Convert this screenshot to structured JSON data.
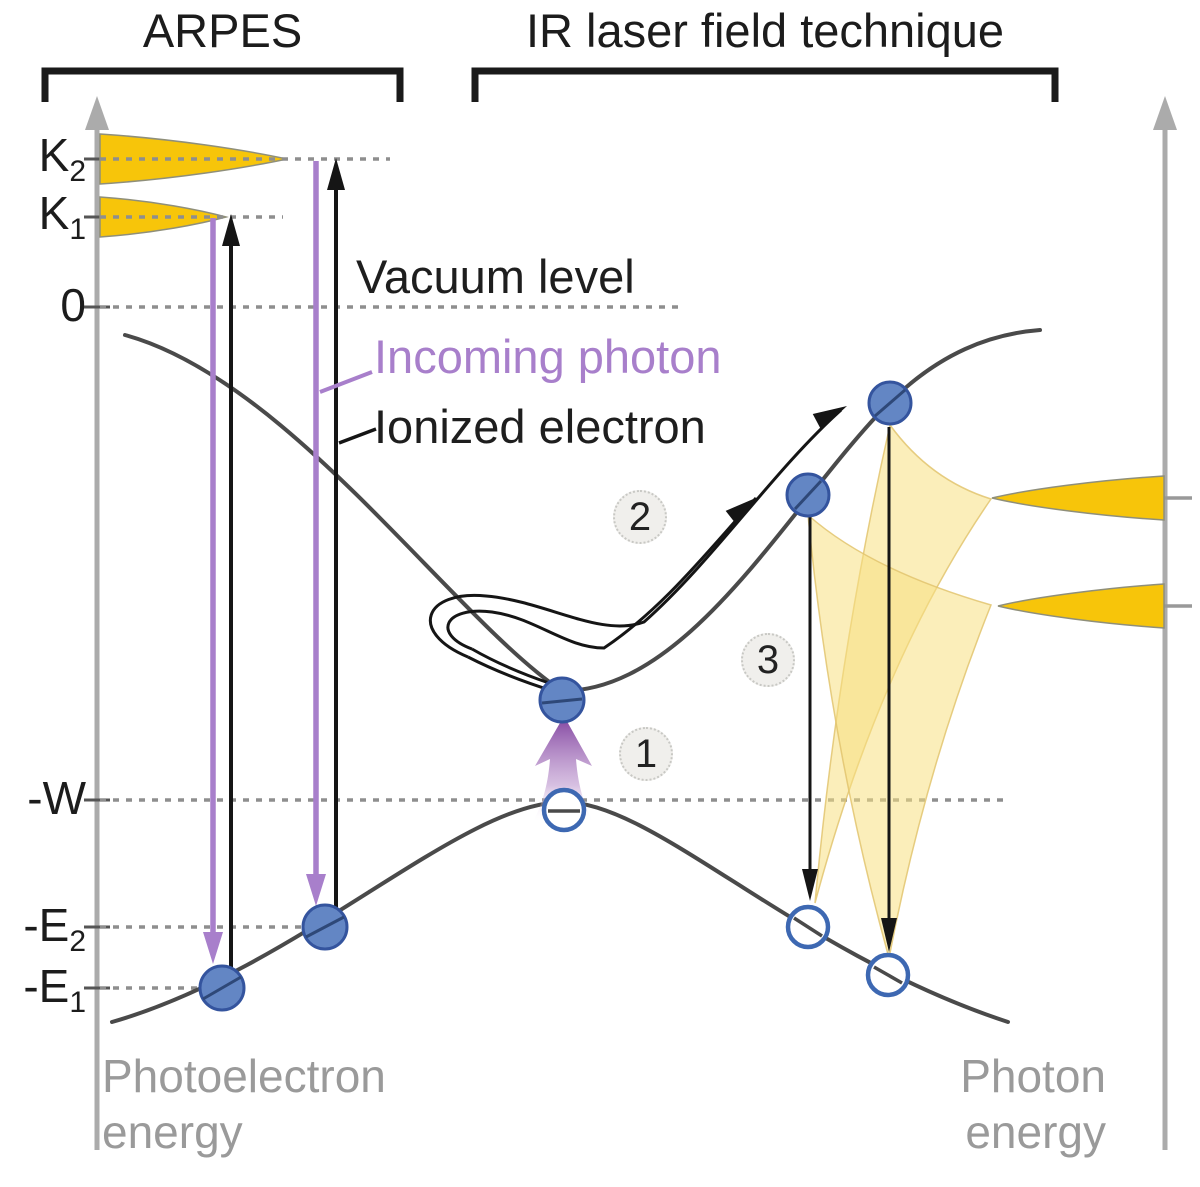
{
  "header": {
    "left_title": "ARPES",
    "right_title": "IR laser field technique"
  },
  "y_axis_labels": [
    {
      "id": "K2",
      "main": "K",
      "sub": "2"
    },
    {
      "id": "K1",
      "main": "K",
      "sub": "1"
    },
    {
      "id": "zero",
      "main": "0",
      "sub": ""
    },
    {
      "id": "minusW",
      "main": "-W",
      "sub": ""
    },
    {
      "id": "minusE2",
      "main": "-E",
      "sub": "2"
    },
    {
      "id": "minusE1",
      "main": "-E",
      "sub": "1"
    }
  ],
  "annotations": {
    "vacuum_level": "Vacuum level",
    "incoming_photon": "Incoming photon",
    "ionized_electron": "Ionized electron"
  },
  "step_badges": [
    {
      "label": "1"
    },
    {
      "label": "2"
    },
    {
      "label": "3"
    }
  ],
  "axis_captions": {
    "left": "Photoelectron\nenergy",
    "right": "Photon\nenergy"
  },
  "colors": {
    "gold": "#F7C50A",
    "glow_yellow": "#F8E082",
    "purple": "#A87FCB",
    "purple_deep": "#7E3F9D",
    "electron_blue": "#6386C4",
    "electron_border": "#34549E",
    "hole_border": "#3D68B2",
    "axis_gray": "#ABABAB",
    "caption_gray": "#9A9A9A",
    "band_gray": "#4A4A4A",
    "dash_gray": "#8E8E8E",
    "text_dark": "#1E1E1E"
  }
}
